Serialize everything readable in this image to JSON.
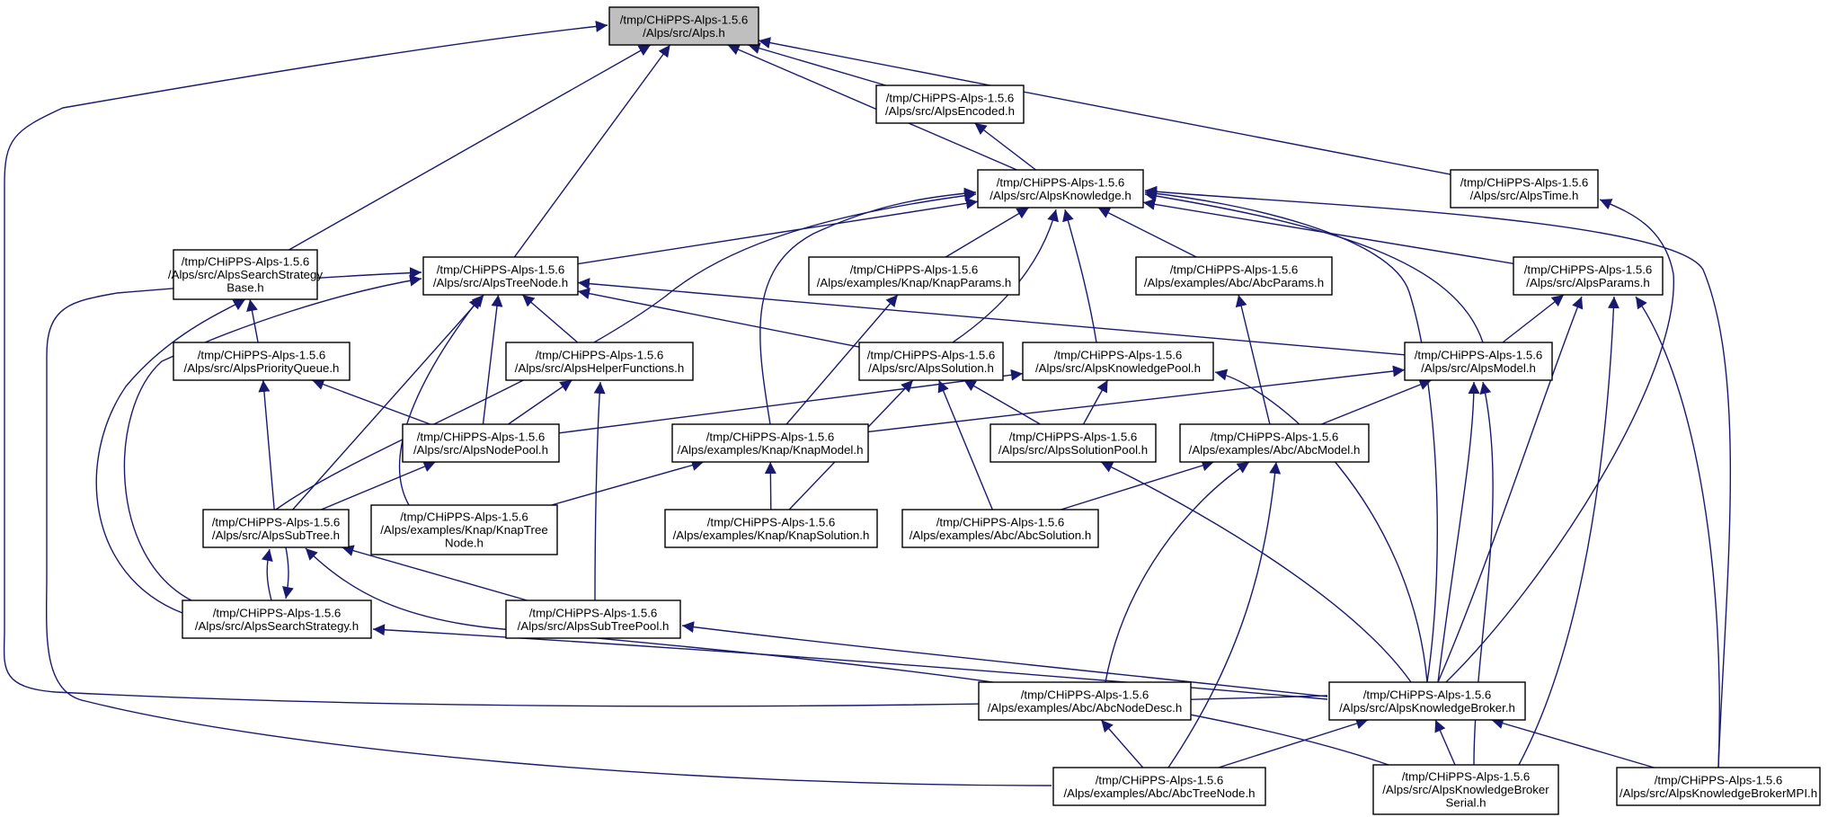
{
  "graph": {
    "edge_color": "#191970",
    "root_fill": "#bfbfbf",
    "nodes": {
      "alps": [
        "/tmp/CHiPPS-Alps-1.5.6",
        "/Alps/src/Alps.h"
      ],
      "encoded": [
        "/tmp/CHiPPS-Alps-1.5.6",
        "/Alps/src/AlpsEncoded.h"
      ],
      "knowledge": [
        "/tmp/CHiPPS-Alps-1.5.6",
        "/Alps/src/AlpsKnowledge.h"
      ],
      "time": [
        "/tmp/CHiPPS-Alps-1.5.6",
        "/Alps/src/AlpsTime.h"
      ],
      "searchstrategybase": [
        "/tmp/CHiPPS-Alps-1.5.6",
        "/Alps/src/AlpsSearchStrategy",
        "Base.h"
      ],
      "treenode": [
        "/tmp/CHiPPS-Alps-1.5.6",
        "/Alps/src/AlpsTreeNode.h"
      ],
      "knapparams": [
        "/tmp/CHiPPS-Alps-1.5.6",
        "/Alps/examples/Knap/KnapParams.h"
      ],
      "abcparams": [
        "/tmp/CHiPPS-Alps-1.5.6",
        "/Alps/examples/Abc/AbcParams.h"
      ],
      "params": [
        "/tmp/CHiPPS-Alps-1.5.6",
        "/Alps/src/AlpsParams.h"
      ],
      "priorityqueue": [
        "/tmp/CHiPPS-Alps-1.5.6",
        "/Alps/src/AlpsPriorityQueue.h"
      ],
      "helperfunctions": [
        "/tmp/CHiPPS-Alps-1.5.6",
        "/Alps/src/AlpsHelperFunctions.h"
      ],
      "solution": [
        "/tmp/CHiPPS-Alps-1.5.6",
        "/Alps/src/AlpsSolution.h"
      ],
      "knowledgepool": [
        "/tmp/CHiPPS-Alps-1.5.6",
        "/Alps/src/AlpsKnowledgePool.h"
      ],
      "model": [
        "/tmp/CHiPPS-Alps-1.5.6",
        "/Alps/src/AlpsModel.h"
      ],
      "nodepool": [
        "/tmp/CHiPPS-Alps-1.5.6",
        "/Alps/src/AlpsNodePool.h"
      ],
      "knapmodel": [
        "/tmp/CHiPPS-Alps-1.5.6",
        "/Alps/examples/Knap/KnapModel.h"
      ],
      "solutionpool": [
        "/tmp/CHiPPS-Alps-1.5.6",
        "/Alps/src/AlpsSolutionPool.h"
      ],
      "abcmodel": [
        "/tmp/CHiPPS-Alps-1.5.6",
        "/Alps/examples/Abc/AbcModel.h"
      ],
      "subtree": [
        "/tmp/CHiPPS-Alps-1.5.6",
        "/Alps/src/AlpsSubTree.h"
      ],
      "knaptreenode": [
        "/tmp/CHiPPS-Alps-1.5.6",
        "/Alps/examples/Knap/KnapTree",
        "Node.h"
      ],
      "knapsolution": [
        "/tmp/CHiPPS-Alps-1.5.6",
        "/Alps/examples/Knap/KnapSolution.h"
      ],
      "abcsolution": [
        "/tmp/CHiPPS-Alps-1.5.6",
        "/Alps/examples/Abc/AbcSolution.h"
      ],
      "searchstrategy": [
        "/tmp/CHiPPS-Alps-1.5.6",
        "/Alps/src/AlpsSearchStrategy.h"
      ],
      "subtreepool": [
        "/tmp/CHiPPS-Alps-1.5.6",
        "/Alps/src/AlpsSubTreePool.h"
      ],
      "knowledgebroker": [
        "/tmp/CHiPPS-Alps-1.5.6",
        "/Alps/src/AlpsKnowledgeBroker.h"
      ],
      "abcnodedesc": [
        "/tmp/CHiPPS-Alps-1.5.6",
        "/Alps/examples/Abc/AbcNodeDesc.h"
      ],
      "abctreenode": [
        "/tmp/CHiPPS-Alps-1.5.6",
        "/Alps/examples/Abc/AbcTreeNode.h"
      ],
      "brokerserial": [
        "/tmp/CHiPPS-Alps-1.5.6",
        "/Alps/src/AlpsKnowledgeBroker",
        "Serial.h"
      ],
      "brokermpi": [
        "/tmp/CHiPPS-Alps-1.5.6",
        "/Alps/src/AlpsKnowledgeBrokerMPI.h"
      ]
    },
    "edges": [
      [
        "encoded",
        "alps"
      ],
      [
        "knowledge",
        "alps"
      ],
      [
        "time",
        "alps"
      ],
      [
        "searchstrategybase",
        "alps"
      ],
      [
        "treenode",
        "alps"
      ],
      [
        "knowledgebroker",
        "alps"
      ],
      [
        "knowledge",
        "encoded"
      ],
      [
        "treenode",
        "knowledge"
      ],
      [
        "knapparams",
        "knowledge"
      ],
      [
        "abcparams",
        "knowledge"
      ],
      [
        "params",
        "knowledge"
      ],
      [
        "solution",
        "knowledge"
      ],
      [
        "knowledgepool",
        "knowledge"
      ],
      [
        "model",
        "knowledge"
      ],
      [
        "knapmodel",
        "knowledge"
      ],
      [
        "subtree",
        "knowledge"
      ],
      [
        "knowledgebroker",
        "knowledge"
      ],
      [
        "brokermpi",
        "knowledge"
      ],
      [
        "knowledgebroker",
        "time"
      ],
      [
        "priorityqueue",
        "searchstrategybase"
      ],
      [
        "searchstrategy",
        "searchstrategybase"
      ],
      [
        "helperfunctions",
        "treenode"
      ],
      [
        "solution",
        "treenode"
      ],
      [
        "model",
        "treenode"
      ],
      [
        "nodepool",
        "treenode"
      ],
      [
        "subtree",
        "treenode"
      ],
      [
        "knaptreenode",
        "treenode"
      ],
      [
        "searchstrategy",
        "treenode"
      ],
      [
        "abctreenode",
        "treenode"
      ],
      [
        "knapmodel",
        "knapparams"
      ],
      [
        "abcmodel",
        "abcparams"
      ],
      [
        "model",
        "params"
      ],
      [
        "knowledgebroker",
        "params"
      ],
      [
        "brokerserial",
        "params"
      ],
      [
        "brokermpi",
        "params"
      ],
      [
        "nodepool",
        "priorityqueue"
      ],
      [
        "subtree",
        "priorityqueue"
      ],
      [
        "nodepool",
        "helperfunctions"
      ],
      [
        "subtreepool",
        "helperfunctions"
      ],
      [
        "solutionpool",
        "solution"
      ],
      [
        "knapsolution",
        "solution"
      ],
      [
        "abcsolution",
        "solution"
      ],
      [
        "nodepool",
        "knowledgepool"
      ],
      [
        "solutionpool",
        "knowledgepool"
      ],
      [
        "knowledgebroker",
        "knowledgepool"
      ],
      [
        "knapmodel",
        "model"
      ],
      [
        "abcmodel",
        "model"
      ],
      [
        "knowledgebroker",
        "model"
      ],
      [
        "brokerserial",
        "model"
      ],
      [
        "subtree",
        "nodepool"
      ],
      [
        "knaptreenode",
        "knapmodel"
      ],
      [
        "knapsolution",
        "knapmodel"
      ],
      [
        "knowledgebroker",
        "solutionpool"
      ],
      [
        "abcsolution",
        "abcmodel"
      ],
      [
        "abcnodedesc",
        "abcmodel"
      ],
      [
        "abctreenode",
        "abcmodel"
      ],
      [
        "searchstrategy",
        "subtree"
      ],
      [
        "subtreepool",
        "subtree"
      ],
      [
        "brokerserial",
        "subtree"
      ],
      [
        "subtree",
        "searchstrategy"
      ],
      [
        "knowledgebroker",
        "searchstrategy"
      ],
      [
        "knowledgebroker",
        "subtreepool"
      ],
      [
        "abctreenode",
        "abcnodedesc"
      ],
      [
        "abctreenode",
        "knowledgebroker"
      ],
      [
        "brokerserial",
        "knowledgebroker"
      ],
      [
        "brokermpi",
        "knowledgebroker"
      ]
    ]
  }
}
